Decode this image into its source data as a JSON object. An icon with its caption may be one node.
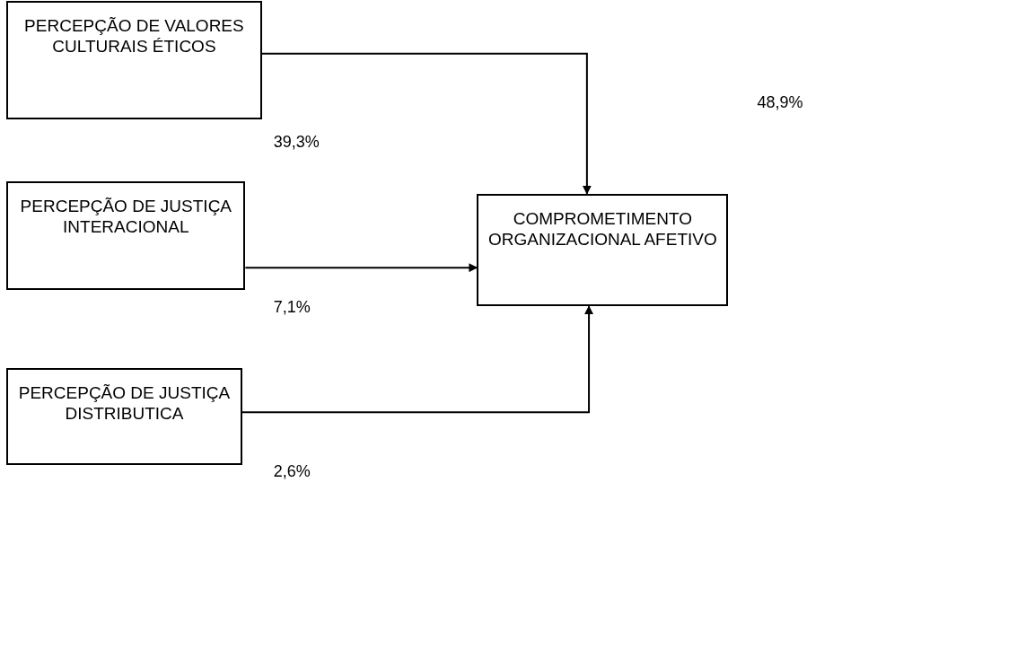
{
  "diagram": {
    "nodes": [
      {
        "text": [
          "PERCEPÇÃO DE VALORES CULTURAIS ÉTICOS"
        ]
      },
      {
        "text": [
          "PERCEPÇÃO DE JUSTIÇA INTERACIONAL"
        ]
      },
      {
        "text": [
          "PERCEPÇÃO DE JUSTIÇA DISTRIBUTICA"
        ]
      },
      {
        "text": [
          "COMPROMETIMENTO ORGANIZACIONAL AFETIVO"
        ]
      }
    ],
    "edges": [
      {
        "from": 0,
        "to": 3,
        "arrow": "to"
      },
      {
        "from": 1,
        "to": 3,
        "arrow": "to"
      },
      {
        "from": 2,
        "to": 3,
        "arrow": "to"
      }
    ],
    "labels": [
      "48,9%",
      "39,3%",
      "7,1%",
      "2,6%"
    ]
  }
}
